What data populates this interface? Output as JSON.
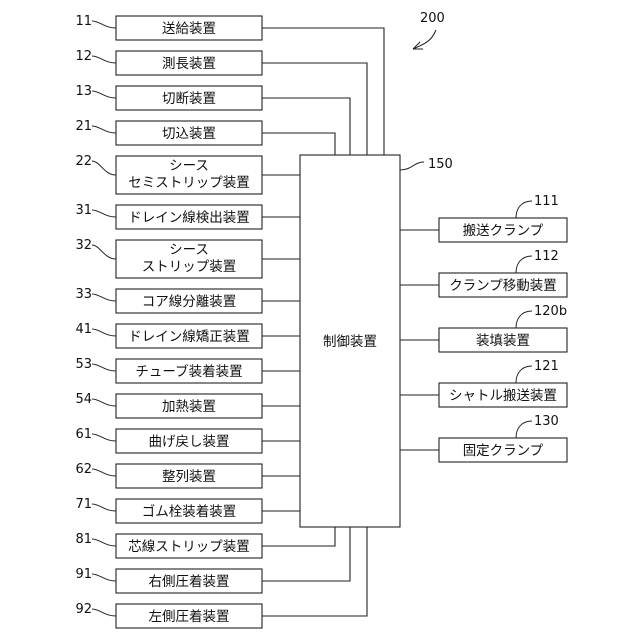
{
  "figure_ref": "200",
  "controller": {
    "ref": "150",
    "label": "制御装置"
  },
  "left_devices": [
    {
      "ref": "11",
      "lines": [
        "送給装置"
      ]
    },
    {
      "ref": "12",
      "lines": [
        "測長装置"
      ]
    },
    {
      "ref": "13",
      "lines": [
        "切断装置"
      ]
    },
    {
      "ref": "21",
      "lines": [
        "切込装置"
      ]
    },
    {
      "ref": "22",
      "lines": [
        "シース",
        "セミストリップ装置"
      ]
    },
    {
      "ref": "31",
      "lines": [
        "ドレイン線検出装置"
      ]
    },
    {
      "ref": "32",
      "lines": [
        "シース",
        "ストリップ装置"
      ]
    },
    {
      "ref": "33",
      "lines": [
        "コア線分離装置"
      ]
    },
    {
      "ref": "41",
      "lines": [
        "ドレイン線矯正装置"
      ]
    },
    {
      "ref": "53",
      "lines": [
        "チューブ装着装置"
      ]
    },
    {
      "ref": "54",
      "lines": [
        "加熱装置"
      ]
    },
    {
      "ref": "61",
      "lines": [
        "曲げ戻し装置"
      ]
    },
    {
      "ref": "62",
      "lines": [
        "整列装置"
      ]
    },
    {
      "ref": "71",
      "lines": [
        "ゴム栓装着装置"
      ]
    },
    {
      "ref": "81",
      "lines": [
        "芯線ストリップ装置"
      ]
    },
    {
      "ref": "91",
      "lines": [
        "右側圧着装置"
      ]
    },
    {
      "ref": "92",
      "lines": [
        "左側圧着装置"
      ]
    }
  ],
  "right_devices": [
    {
      "ref": "111",
      "lines": [
        "搬送クランプ"
      ]
    },
    {
      "ref": "112",
      "lines": [
        "クランプ移動装置"
      ]
    },
    {
      "ref": "120b",
      "lines": [
        "装填装置"
      ]
    },
    {
      "ref": "121",
      "lines": [
        "シャトル搬送装置"
      ]
    },
    {
      "ref": "130",
      "lines": [
        "固定クランプ"
      ]
    }
  ]
}
